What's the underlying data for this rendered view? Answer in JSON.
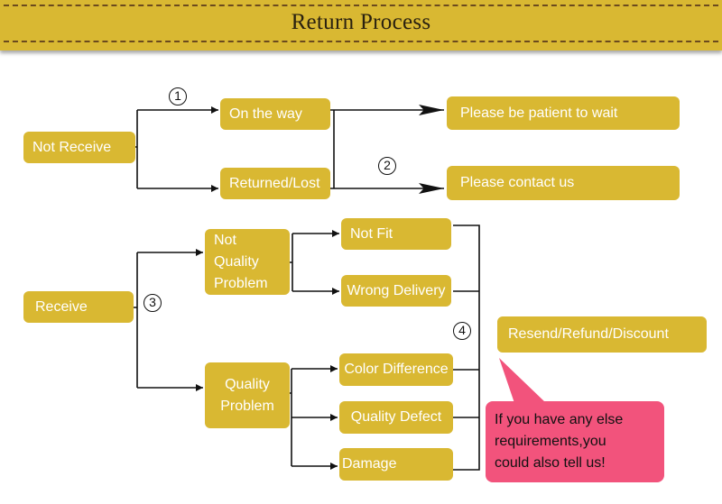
{
  "header": {
    "title": "Return Process"
  },
  "steps": {
    "s1": "1",
    "s2": "2",
    "s3": "3",
    "s4": "4"
  },
  "boxes": {
    "not_receive": "Not Receive",
    "on_the_way": "On the way",
    "returned_lost": "Returned/Lost",
    "be_patient": "Please be patient to wait",
    "contact_us": "Please contact us",
    "receive": "Receive",
    "not_quality_problem": [
      "Not",
      "Quality",
      "Problem"
    ],
    "quality_problem": [
      "Quality",
      "Problem"
    ],
    "not_fit": "Not Fit",
    "wrong_delivery": "Wrong Delivery",
    "color_difference": "Color Difference",
    "quality_defect": "Quality Defect",
    "damage": "Damage",
    "resend": "Resend/Refund/Discount"
  },
  "note": {
    "lines": [
      "If you have any else",
      "requirements,you",
      "could also tell us!"
    ]
  },
  "colors": {
    "box": "#d9b832",
    "note": "#f2537c",
    "line": "#111111"
  }
}
